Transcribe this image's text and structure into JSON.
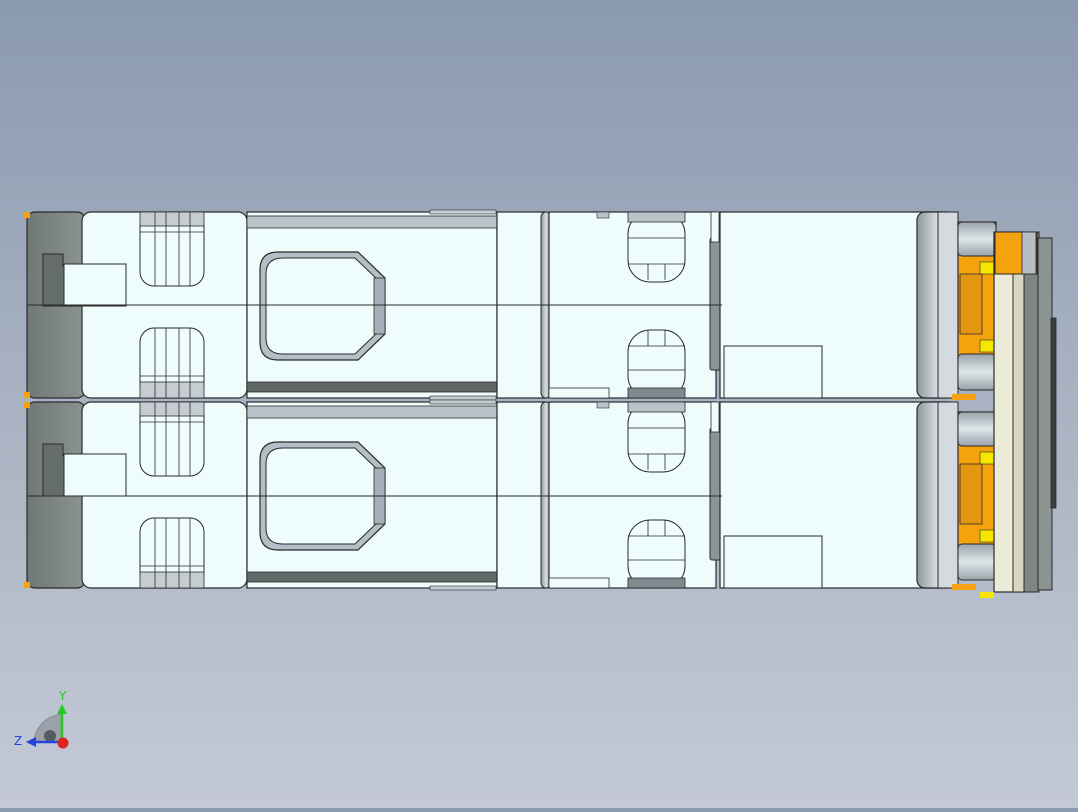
{
  "viewport": {
    "background_top": "#8a9ab0",
    "background_bottom": "#c4c9d6"
  },
  "model": {
    "body_color": "#eefcfc",
    "edge_color": "#2a2a2a",
    "dark_body_color": "#7d8682",
    "accent_color": "#f4a30e",
    "highlight_color": "#f6e600",
    "metal_color": "#a6b0b8",
    "units": [
      "upper-unit",
      "lower-unit"
    ]
  },
  "triad": {
    "y_label": "Y",
    "z_label": "Z",
    "y_color": "#22cc22",
    "z_color": "#2244dd",
    "x_color": "#dd2222"
  }
}
